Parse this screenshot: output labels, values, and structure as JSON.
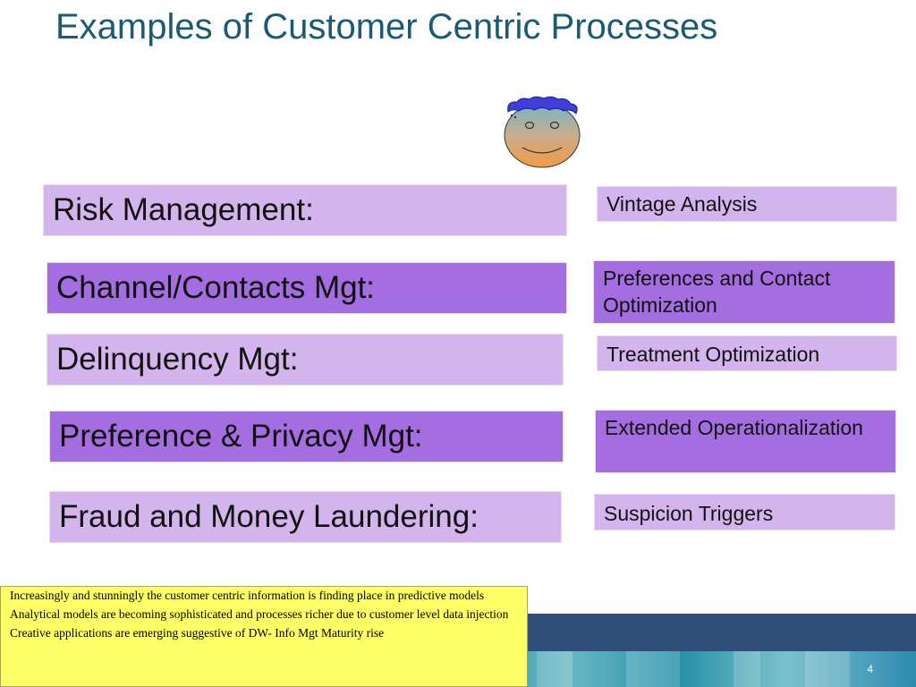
{
  "slide": {
    "title": "Examples of Customer Centric Processes",
    "page_number": "4"
  },
  "processes": [
    {
      "label": "Risk Management:",
      "example": "Vintage Analysis"
    },
    {
      "label": "Channel/Contacts Mgt:",
      "example": "Preferences and Contact Optimization"
    },
    {
      "label": "Delinquency Mgt:",
      "example": "Treatment Optimization"
    },
    {
      "label": "Preference & Privacy Mgt:",
      "example": "Extended Operationalization"
    },
    {
      "label": "Fraud and Money Laundering:",
      "example": "Suspicion Triggers"
    }
  ],
  "notes": [
    "Increasingly and stunningly the customer centric information is finding place in predictive models",
    "Analytical models are becoming sophisticated and processes richer due to customer level data injection",
    "Creative applications are emerging suggestive of DW- Info Mgt Maturity rise"
  ],
  "colors": {
    "title": "#1a5a73",
    "light_box": "#d3b4ec",
    "dark_box": "#a56ee0",
    "note_background": "#ffff66",
    "footer_band": "#2f4e7a"
  },
  "icons": {
    "face": "smiley-face-icon"
  }
}
